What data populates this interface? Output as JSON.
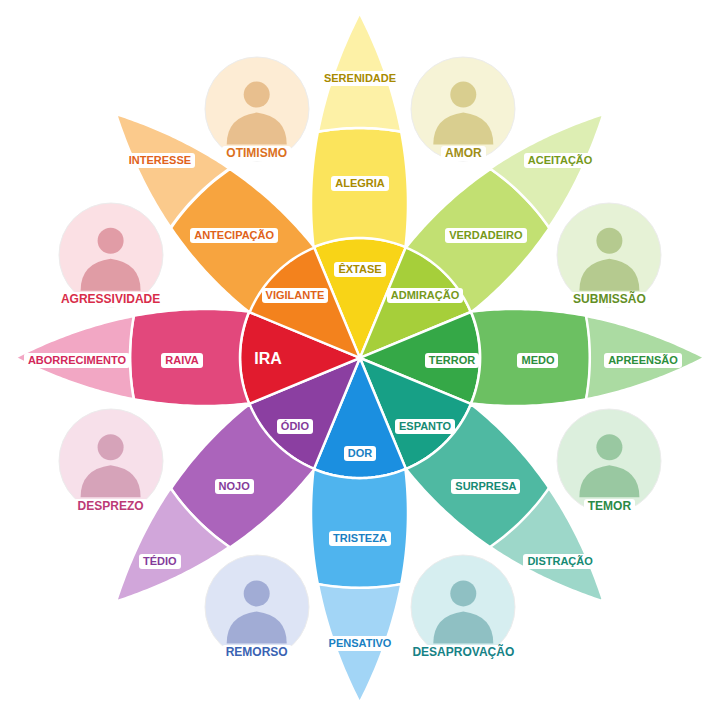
{
  "diagram": {
    "nodes": [
      {
        "text": [
          "ÊXTASE"
        ]
      },
      {
        "text": [
          "ALEGRIA"
        ]
      },
      {
        "text": [
          "SERENIDADE"
        ]
      },
      {
        "text": [
          "AMOR"
        ]
      },
      {
        "text": [
          "ADMIRAÇÃO"
        ]
      },
      {
        "text": [
          "VERDADEIRO"
        ]
      },
      {
        "text": [
          "ACEITAÇÃO"
        ]
      },
      {
        "text": [
          "SUBMISSÃO"
        ]
      },
      {
        "text": [
          "TERROR"
        ]
      },
      {
        "text": [
          "MEDO"
        ]
      },
      {
        "text": [
          "APREENSÃO"
        ]
      },
      {
        "text": [
          "TEMOR"
        ]
      },
      {
        "text": [
          "ESPANTO"
        ]
      },
      {
        "text": [
          "SURPRESA"
        ]
      },
      {
        "text": [
          "DISTRAÇÃO"
        ]
      },
      {
        "text": [
          "DESAPROVAÇÃO"
        ]
      },
      {
        "text": [
          "DOR"
        ]
      },
      {
        "text": [
          "TRISTEZA"
        ]
      },
      {
        "text": [
          "PENSATIVO"
        ]
      },
      {
        "text": [
          "REMORSO"
        ]
      },
      {
        "text": [
          "ÓDIO"
        ]
      },
      {
        "text": [
          "NOJO"
        ]
      },
      {
        "text": [
          "TÉDIO"
        ]
      },
      {
        "text": [
          "DESPREZO"
        ]
      },
      {
        "text": [
          "IRA"
        ]
      },
      {
        "text": [
          "RAIVA"
        ]
      },
      {
        "text": [
          "ABORRECIMENTO"
        ]
      },
      {
        "text": [
          "AGRESSIVIDADE"
        ]
      },
      {
        "text": [
          "VIGILANTE"
        ]
      },
      {
        "text": [
          "ANTECIPAÇÃO"
        ]
      },
      {
        "text": [
          "INTERESSE"
        ]
      },
      {
        "text": [
          "OTIMISMO"
        ]
      }
    ]
  }
}
